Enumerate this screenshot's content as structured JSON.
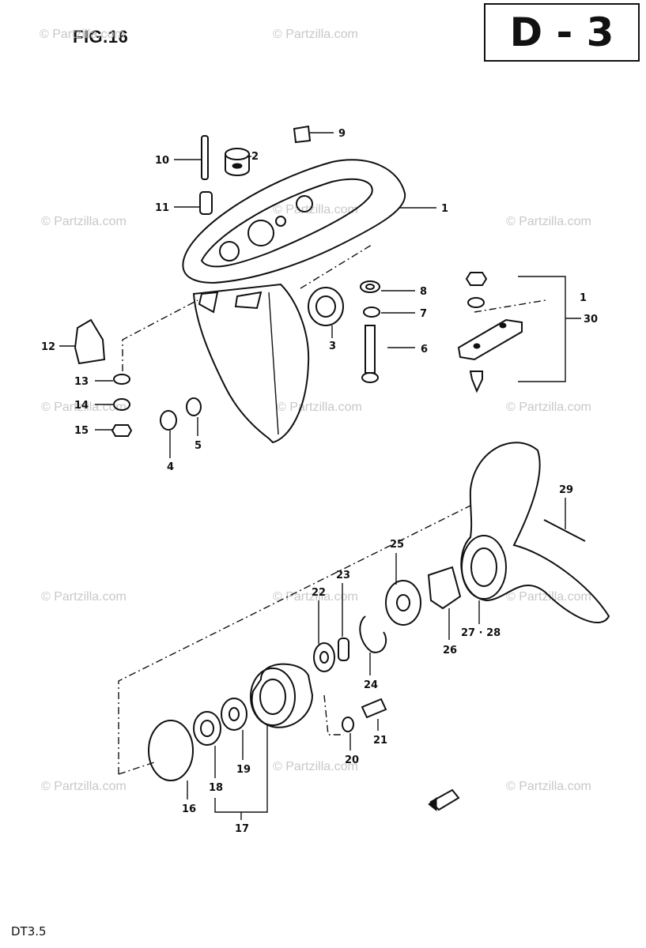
{
  "figure": {
    "title": "FIG.16",
    "section": "D - 3",
    "model": "DT3.5"
  },
  "watermark": "© Partzilla.com",
  "callouts": {
    "c1": "1",
    "c2": "2",
    "c3": "3",
    "c4": "4",
    "c5": "5",
    "c6": "6",
    "c7": "7",
    "c8": "8",
    "c9": "9",
    "c10": "10",
    "c11": "11",
    "c12": "12",
    "c13": "13",
    "c14": "14",
    "c15": "15",
    "c16": "16",
    "c17": "17",
    "c18": "18",
    "c19": "19",
    "c20": "20",
    "c21": "21",
    "c22": "22",
    "c23": "23",
    "c24": "24",
    "c25": "25",
    "c26": "26",
    "c27": "27 · 28",
    "c29": "29",
    "c30": "30",
    "c30a": "1"
  }
}
